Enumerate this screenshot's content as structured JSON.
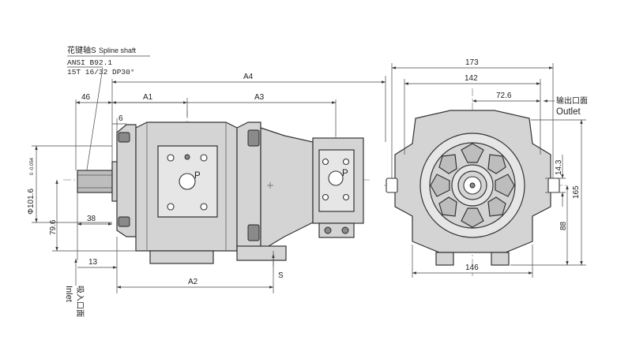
{
  "spline": {
    "title": "花键轴S",
    "title_en": "Spline shaft",
    "standard": "ANSI B92.1",
    "spec": "15T 16/32 DP30°"
  },
  "dims": {
    "a4": "A4",
    "a1": "A1",
    "a3": "A3",
    "d46": "46",
    "d6": "6",
    "d101": "Φ101.6",
    "d101_tol": "0 -0.054",
    "d79": "79.6",
    "d38": "38",
    "d13": "13",
    "a2": "A2",
    "s": "S",
    "d173": "173",
    "d142": "142",
    "d72": "72.6",
    "d14": "14.3",
    "d165": "165",
    "d88": "88",
    "d146": "146"
  },
  "ports": {
    "pressure_main": "P",
    "pressure_second": "P"
  },
  "outlet": {
    "cn": "输出口面",
    "en": "Outlet"
  },
  "inlet": {
    "en": "Inlet",
    "cn": "吸入口面"
  }
}
